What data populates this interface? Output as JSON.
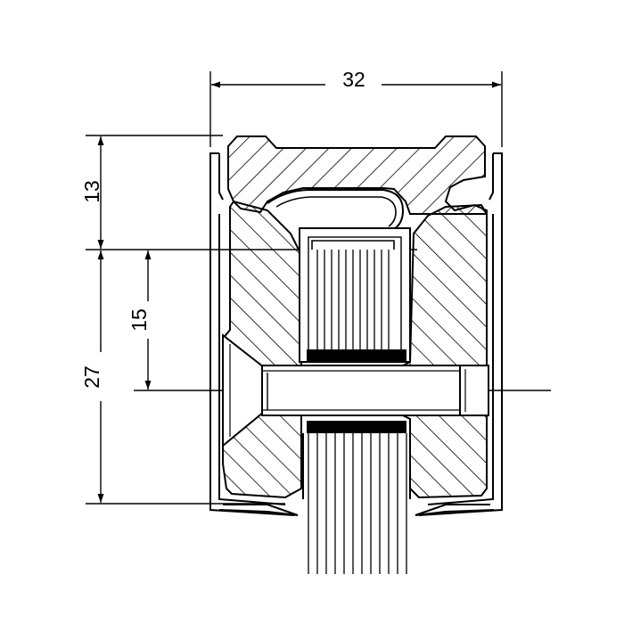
{
  "drawing": {
    "dimensions": {
      "top_width": "32",
      "upper_height": "13",
      "shaft_offset": "15",
      "total_height": "27"
    }
  },
  "colors": {
    "line": "#000000",
    "background": "#ffffff"
  }
}
